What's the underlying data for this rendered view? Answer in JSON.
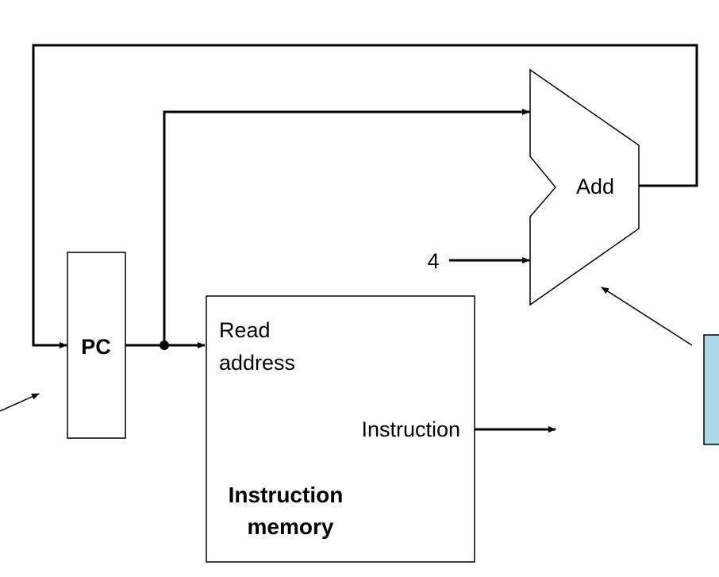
{
  "diagram": {
    "pc": {
      "label": "PC"
    },
    "instruction_memory": {
      "input_label_line1": "Read",
      "input_label_line2": "address",
      "output_label": "Instruction",
      "title_line1": "Instruction",
      "title_line2": "memory"
    },
    "adder": {
      "label": "Add",
      "constant_input": "4"
    },
    "callout_box": {
      "fill_color": "#add8e6"
    },
    "colors": {
      "line": "#000000",
      "background": "#ffffff"
    }
  }
}
